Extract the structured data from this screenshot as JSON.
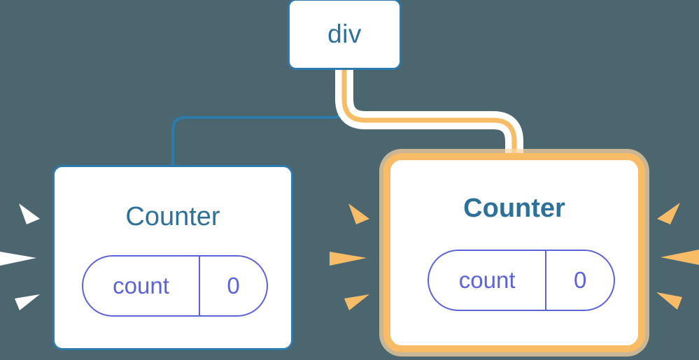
{
  "diagram": {
    "type": "component-tree",
    "background_color": "#4c6670",
    "title_text": "div",
    "nodes": [
      {
        "id": "root",
        "label": "div",
        "kind": "dom-element",
        "highlighted": false,
        "border_color": "#2d7aac",
        "text_color": "#2d7099"
      },
      {
        "id": "counter-left",
        "label": "Counter",
        "kind": "component",
        "highlighted": false,
        "border_color": "#2d7aac",
        "text_color": "#2d7099",
        "state": {
          "key": "count",
          "value": "0"
        }
      },
      {
        "id": "counter-right",
        "label": "Counter",
        "kind": "component",
        "highlighted": true,
        "border_color": "#f8bc66",
        "glow_color": "#fad6a3",
        "text_color": "#2d7099",
        "state": {
          "key": "count",
          "value": "0"
        }
      }
    ],
    "edges": [
      {
        "id": "edge-root-left",
        "from": "root",
        "to": "counter-left",
        "color": "#2d7aac",
        "highlighted": false
      },
      {
        "id": "edge-root-right",
        "from": "root",
        "to": "counter-right",
        "color": "#f8bc66",
        "halo_color": "#ffffff",
        "highlighted": true
      }
    ],
    "sparkle_groups": [
      {
        "id": "sparkles-left-outer",
        "color": "#ffffff",
        "rays": 3
      },
      {
        "id": "sparkles-middle",
        "color": "#f8bc66",
        "rays": 3
      },
      {
        "id": "sparkles-right-outer",
        "color": "#f8bc66",
        "rays": 3
      }
    ]
  },
  "root_node": {
    "label": "div"
  },
  "counter_left": {
    "title": "Counter",
    "state_key": "count",
    "state_value": "0"
  },
  "counter_right": {
    "title": "Counter",
    "state_key": "count",
    "state_value": "0"
  }
}
